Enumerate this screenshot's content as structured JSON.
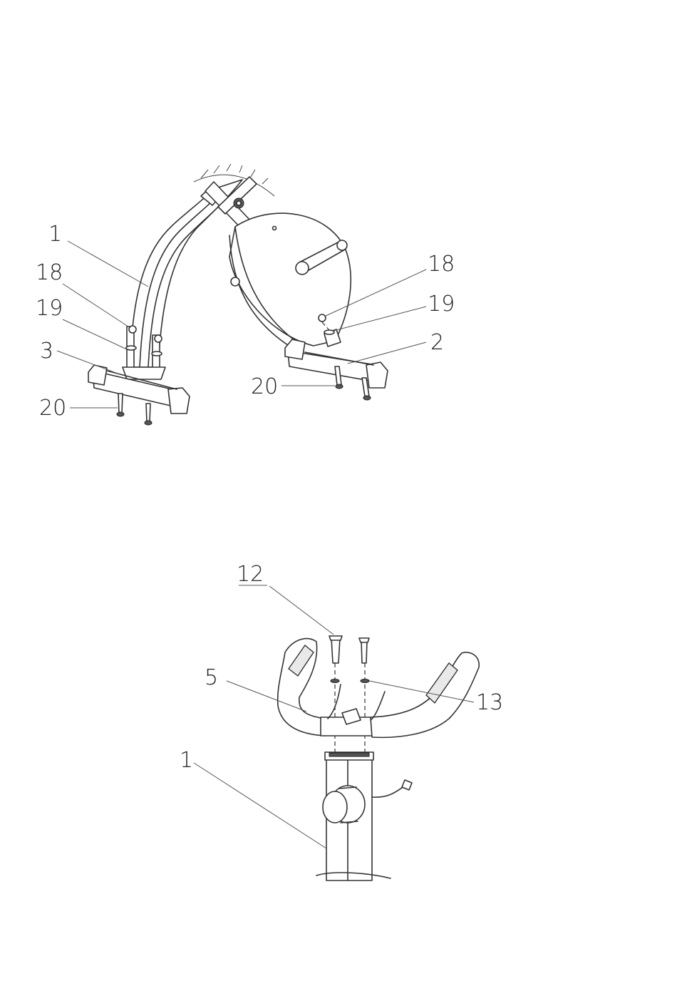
{
  "figure_top": {
    "callouts": [
      "1",
      "18",
      "19",
      "3",
      "20",
      "18",
      "19",
      "2",
      "20"
    ]
  },
  "figure_bottom": {
    "callouts": [
      "12",
      "5",
      "13",
      "1"
    ]
  }
}
